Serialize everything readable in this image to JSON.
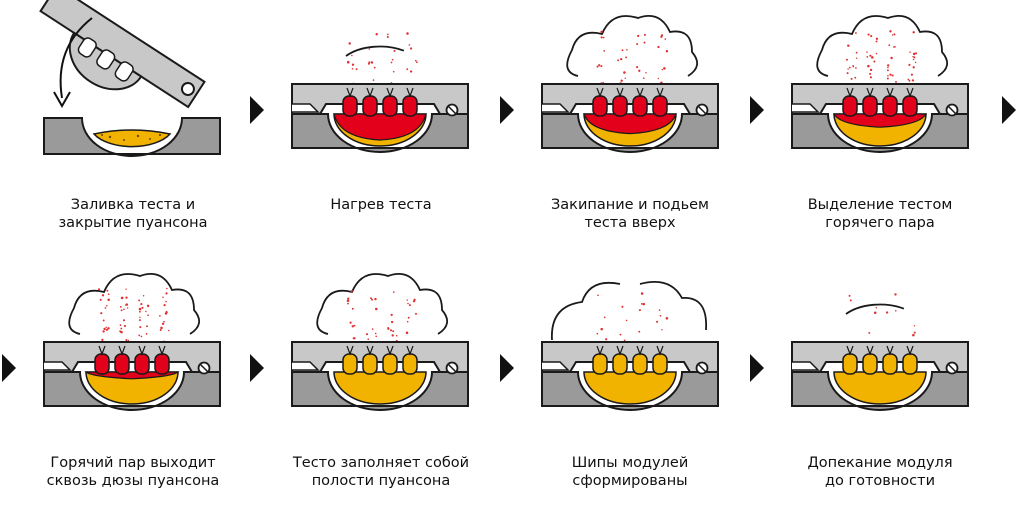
{
  "steps": [
    {
      "line1": "Заливка теста и",
      "line2": "закрытие пуансона"
    },
    {
      "line1": "Нагрев теста",
      "line2": ""
    },
    {
      "line1": "Закипание и подьем",
      "line2": "теста вверх"
    },
    {
      "line1": "Выделение тестом",
      "line2": "горячего пара"
    },
    {
      "line1": "Горячий пар выходит",
      "line2": "сквозь дюзы пуансона"
    },
    {
      "line1": "Тесто заполняет собой",
      "line2": "полости пуансона"
    },
    {
      "line1": "Шипы модулей",
      "line2": "сформированы"
    },
    {
      "line1": "Допекание модуля",
      "line2": "до готовности"
    }
  ],
  "colors": {
    "mold": "#9a9a9a",
    "punch": "#c8c8c8",
    "outline": "#1a1a1a",
    "dough_raw": "#f2b200",
    "dough_hot": "#e3001b",
    "steam": "#e03030",
    "arrow": "#111111"
  }
}
